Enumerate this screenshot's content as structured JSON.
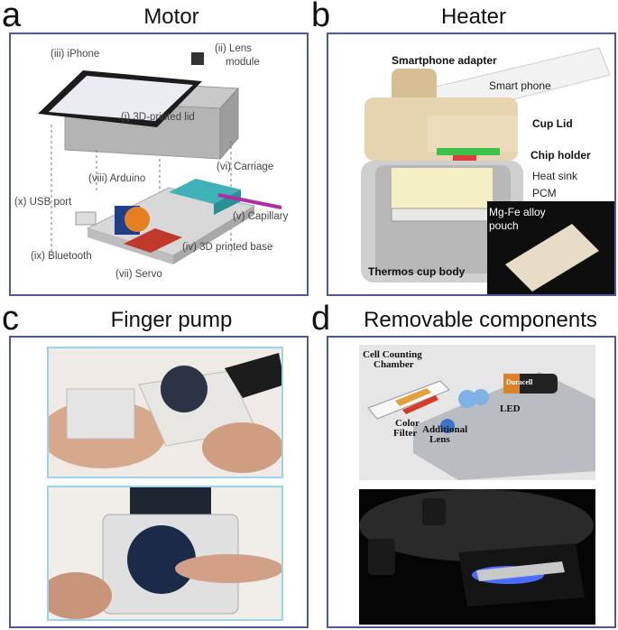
{
  "panels": {
    "a": {
      "letter": "a",
      "title": "Motor",
      "labels": {
        "iphone": "(iii) iPhone",
        "lens": "(ii) Lens",
        "lens2": "module",
        "lid": "(i) 3D-printed lid",
        "arduino": "(viii) Arduino",
        "carriage": "(vi) Carriage",
        "usb": "(x) USB port",
        "capillary": "(v) Capillary",
        "base": "(iv) 3D printed base",
        "bluetooth": "(ix) Bluetooth",
        "servo": "(vii) Servo"
      }
    },
    "b": {
      "letter": "b",
      "title": "Heater",
      "labels": {
        "adapter": "Smartphone adapter",
        "phone": "Smart phone",
        "cuplid": "Cup Lid",
        "chipholder": "Chip holder",
        "heatsink": "Heat sink",
        "pcm": "PCM",
        "alloy1": "Mg-Fe alloy",
        "alloy2": "pouch",
        "thermos": "Thermos cup body"
      }
    },
    "c": {
      "letter": "c",
      "title": "Finger pump"
    },
    "d": {
      "letter": "d",
      "title": "Removable components",
      "labels": {
        "cell1": "Cell Counting",
        "cell2": "Chamber",
        "led": "LED",
        "color1": "Color",
        "color2": "Filter",
        "add1": "Additional",
        "add2": "Lens",
        "battery": "Duracell"
      }
    }
  }
}
